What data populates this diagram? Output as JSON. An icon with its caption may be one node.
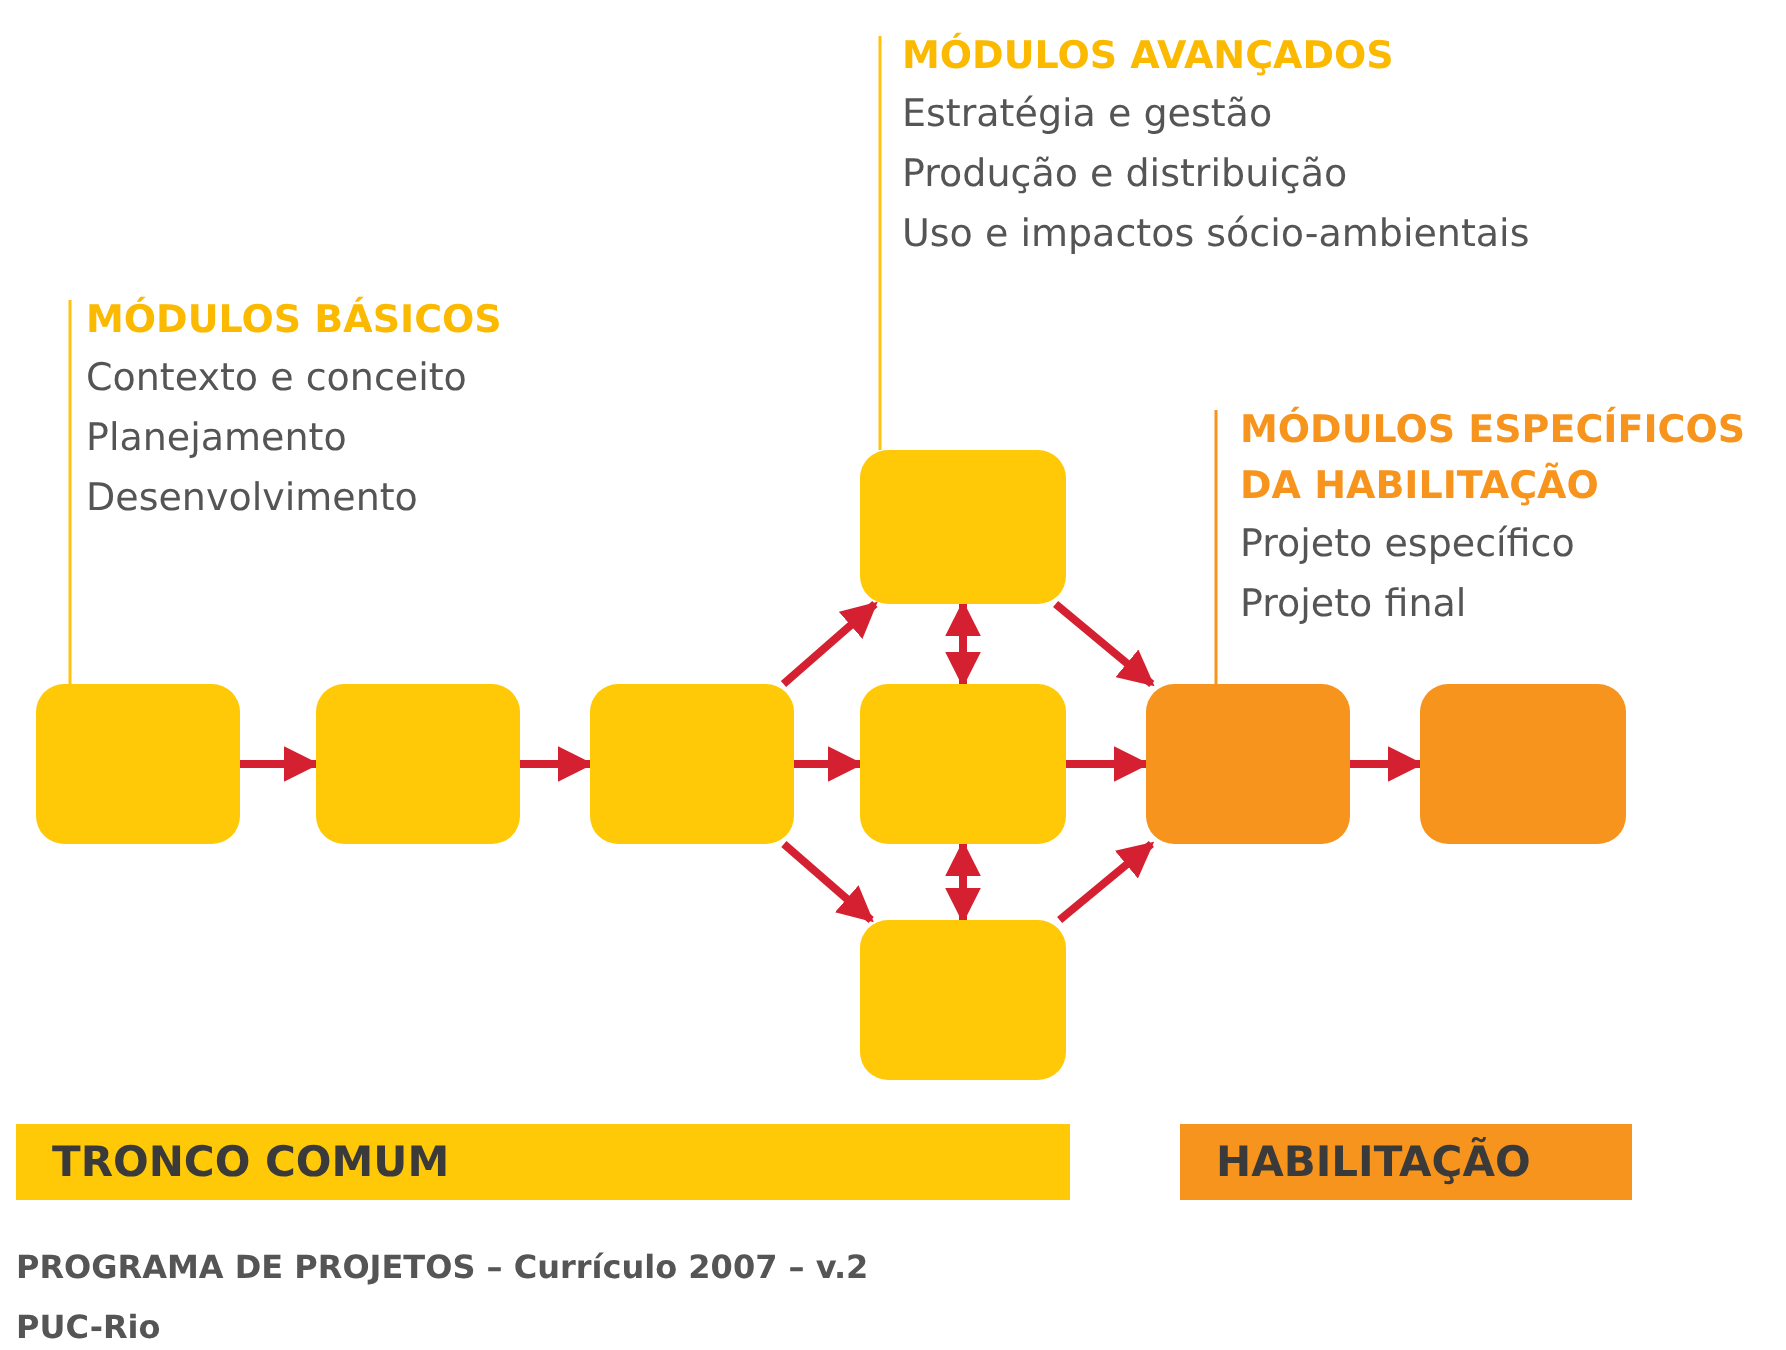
{
  "diagram": {
    "nodes": [
      {
        "text": [
          "MÓDULOS BÁSICOS",
          "Contexto e conceito",
          "Planejamento",
          "Desenvolvimento"
        ]
      },
      {
        "text": [
          "MÓDULOS AVANÇADOS",
          "Estratégia e gestão",
          "Produção e distribuição",
          "Uso e impactos sócio-ambientais"
        ]
      },
      {
        "text": [
          "MÓDULOS ESPECÍFICOS DA HABILITAÇÃO",
          "Projeto específico",
          "Projeto final"
        ]
      },
      {
        "text": [],
        "shape": "box"
      },
      {
        "text": [],
        "shape": "box"
      },
      {
        "text": [],
        "shape": "box"
      },
      {
        "text": [],
        "shape": "box"
      },
      {
        "text": [],
        "shape": "box"
      },
      {
        "text": [],
        "shape": "box"
      },
      {
        "text": [],
        "shape": "box"
      },
      {
        "text": [],
        "shape": "box"
      },
      {
        "text": [
          "TRONCO COMUM"
        ]
      },
      {
        "text": [
          "HABILITAÇÃO"
        ]
      }
    ],
    "edges": [
      {
        "from": 3,
        "to": 4,
        "arrow": "to"
      },
      {
        "from": 4,
        "to": 5,
        "arrow": "to"
      },
      {
        "from": 5,
        "to": 6,
        "arrow": "to"
      },
      {
        "from": 5,
        "to": 7,
        "arrow": "to"
      },
      {
        "from": 5,
        "to": 8,
        "arrow": "to"
      },
      {
        "from": 7,
        "to": 6,
        "arrow": "both"
      },
      {
        "from": 7,
        "to": 8,
        "arrow": "both"
      },
      {
        "from": 6,
        "to": 9,
        "arrow": "to"
      },
      {
        "from": 7,
        "to": 9,
        "arrow": "to"
      },
      {
        "from": 8,
        "to": 9,
        "arrow": "to"
      },
      {
        "from": 9,
        "to": 10,
        "arrow": "to"
      },
      {
        "from": 0,
        "to": 3,
        "arrow": "none",
        "color": "#ffc20e"
      },
      {
        "from": 1,
        "to": 6,
        "arrow": "none",
        "color": "#ffc20e"
      },
      {
        "from": 2,
        "to": 9,
        "arrow": "none",
        "color": "#f7941d"
      }
    ],
    "labels": [
      "PROGRAMA DE PROJETOS – Currículo 2007 – v.2",
      "PUC-Rio"
    ]
  }
}
